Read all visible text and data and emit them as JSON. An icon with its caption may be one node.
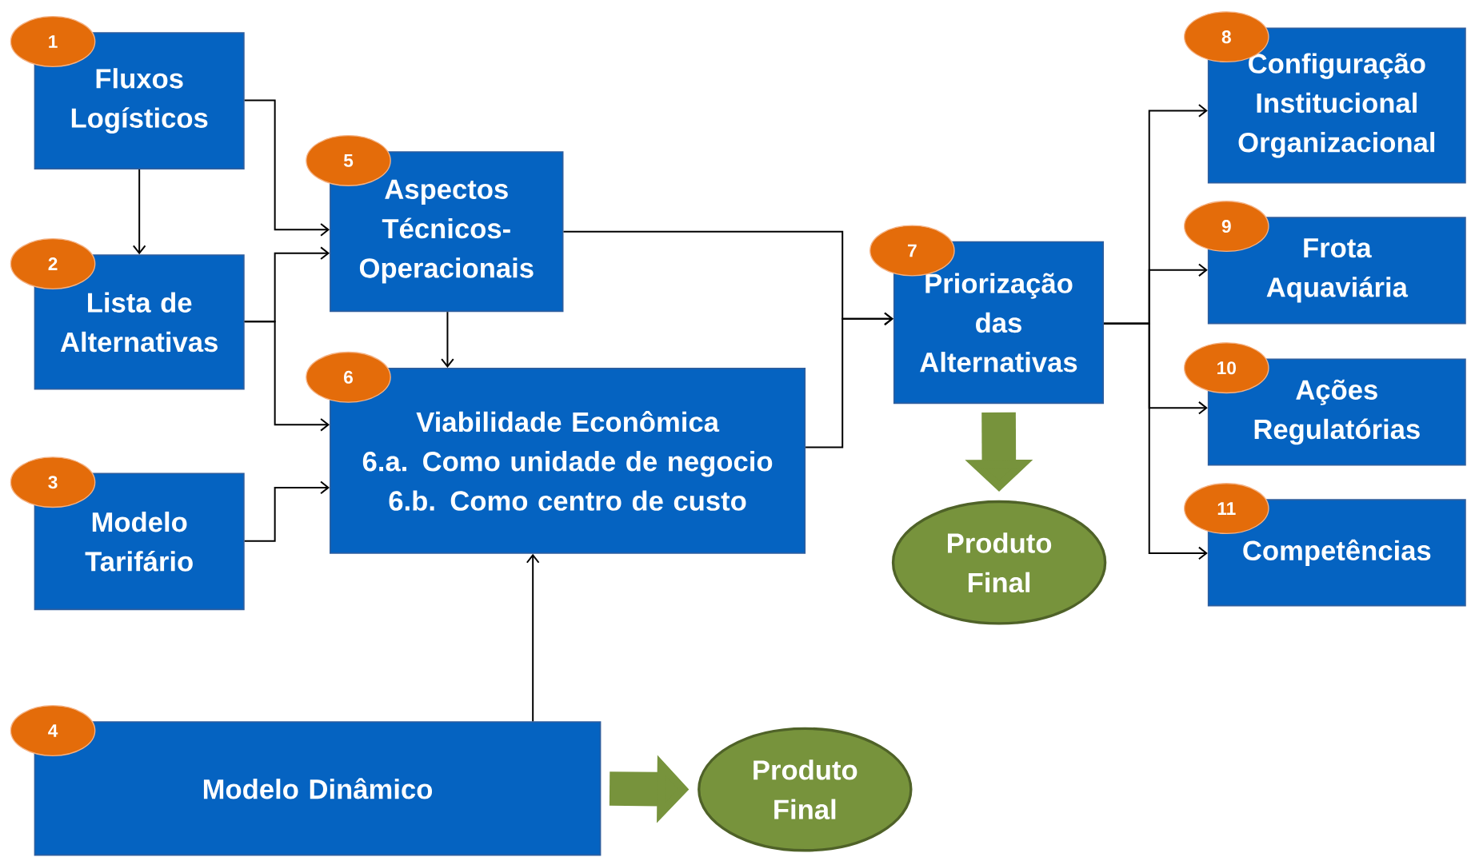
{
  "diagram": {
    "nodes": [
      {
        "text": [
          "1",
          "Fluxos Logísticos"
        ]
      },
      {
        "text": [
          "2",
          "Lista de Alternativas"
        ]
      },
      {
        "text": [
          "3",
          "Modelo Tarifário"
        ]
      },
      {
        "text": [
          "4",
          "Modelo Dinâmico"
        ]
      },
      {
        "text": [
          "5",
          "Aspectos Técnicos-Operacionais"
        ]
      },
      {
        "text": [
          "6",
          "Viabilidade Econômica",
          "6.a. Como unidade de negocio",
          "6.b. Como centro de custo"
        ]
      },
      {
        "text": [
          "7",
          "Priorização das Alternativas"
        ]
      },
      {
        "text": [
          "8",
          "Configuração Institucional Organizacional"
        ]
      },
      {
        "text": [
          "9",
          "Frota Aquaviária"
        ]
      },
      {
        "text": [
          "10",
          "Ações Regulatórias"
        ]
      },
      {
        "text": [
          "11",
          "Competências"
        ]
      },
      {
        "text": [
          "Produto Final"
        ]
      },
      {
        "text": [
          "Produto Final"
        ]
      }
    ],
    "edges": [
      {
        "from": 0,
        "to": 1,
        "arrow": "to"
      },
      {
        "from": 0,
        "to": 4,
        "arrow": "to"
      },
      {
        "from": 1,
        "to": 4,
        "arrow": "to"
      },
      {
        "from": 1,
        "to": 5,
        "arrow": "to"
      },
      {
        "from": 2,
        "to": 5,
        "arrow": "to"
      },
      {
        "from": 4,
        "to": 5,
        "arrow": "to"
      },
      {
        "from": 3,
        "to": 5,
        "arrow": "to"
      },
      {
        "from": 4,
        "to": 6,
        "arrow": "to"
      },
      {
        "from": 5,
        "to": 6,
        "arrow": "to"
      },
      {
        "from": 6,
        "to": 7,
        "arrow": "to"
      },
      {
        "from": 6,
        "to": 8,
        "arrow": "to"
      },
      {
        "from": 6,
        "to": 9,
        "arrow": "to"
      },
      {
        "from": 6,
        "to": 10,
        "arrow": "to"
      },
      {
        "from": 6,
        "to": 11,
        "arrow": "to",
        "style": "thick",
        "color": "#77933c"
      },
      {
        "from": 3,
        "to": 12,
        "arrow": "to",
        "style": "thick",
        "color": "#77933c"
      }
    ]
  }
}
